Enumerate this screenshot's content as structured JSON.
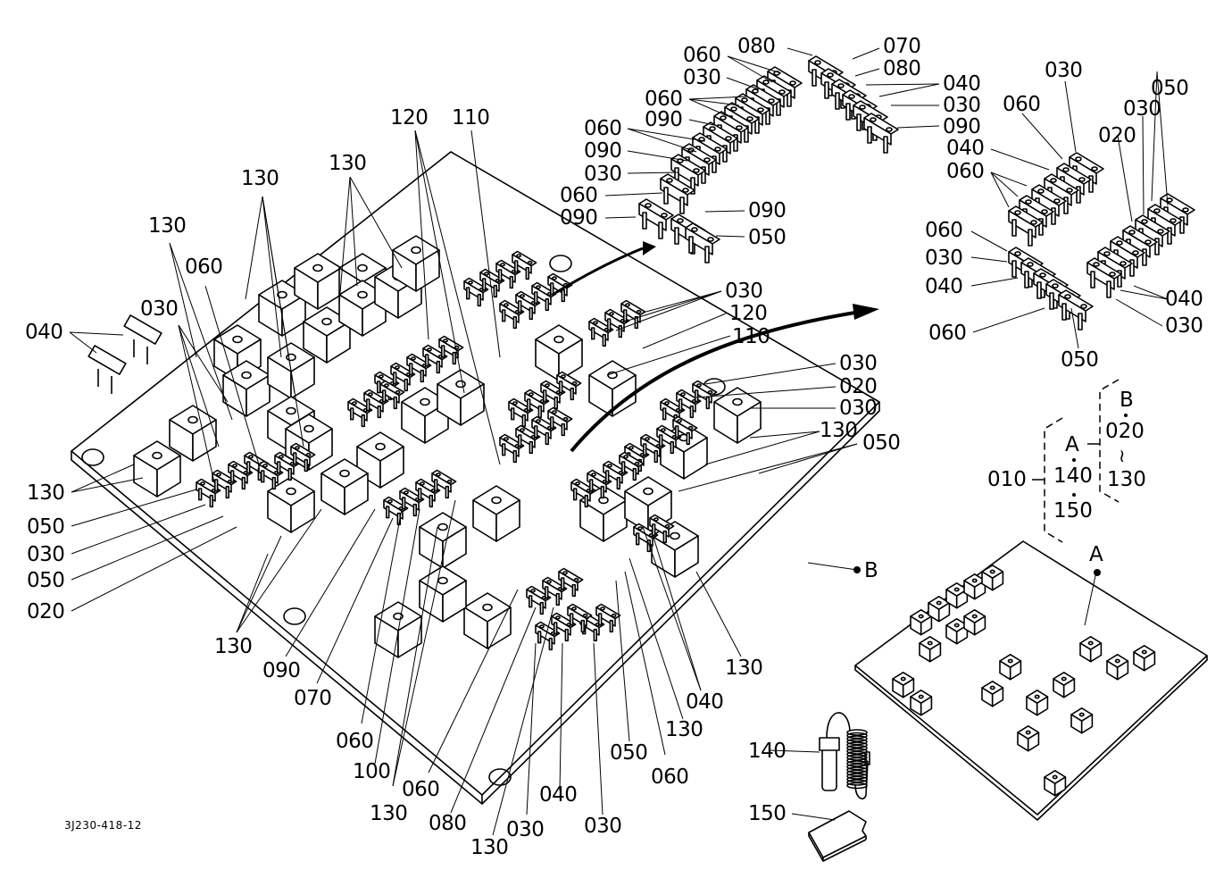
{
  "diagram": {
    "title": "Fuse / relay board assembly — exploded view",
    "drawing_number": "3J230-418-12",
    "callouts_upper_fuse_strip": [
      {
        "id": "lbl-080a",
        "text": "080"
      },
      {
        "id": "lbl-070",
        "text": "070"
      },
      {
        "id": "lbl-080b",
        "text": "080"
      },
      {
        "id": "lbl-060a",
        "text": "060"
      },
      {
        "id": "lbl-030a",
        "text": "030"
      },
      {
        "id": "lbl-040a",
        "text": "040"
      },
      {
        "id": "lbl-060b",
        "text": "060"
      },
      {
        "id": "lbl-030b",
        "text": "030"
      },
      {
        "id": "lbl-090a",
        "text": "090"
      },
      {
        "id": "lbl-090b",
        "text": "090"
      },
      {
        "id": "lbl-060c",
        "text": "060"
      },
      {
        "id": "lbl-090c",
        "text": "090"
      },
      {
        "id": "lbl-030c",
        "text": "030"
      },
      {
        "id": "lbl-060d",
        "text": "060"
      },
      {
        "id": "lbl-090d",
        "text": "090"
      },
      {
        "id": "lbl-090e",
        "text": "090"
      },
      {
        "id": "lbl-050a",
        "text": "050"
      }
    ],
    "callouts_right_fuse_strip": [
      {
        "id": "lbl-030d",
        "text": "030"
      },
      {
        "id": "lbl-050b",
        "text": "050"
      },
      {
        "id": "lbl-060e",
        "text": "060"
      },
      {
        "id": "lbl-030e",
        "text": "030"
      },
      {
        "id": "lbl-020a",
        "text": "020"
      },
      {
        "id": "lbl-040b",
        "text": "040"
      },
      {
        "id": "lbl-060f",
        "text": "060"
      },
      {
        "id": "lbl-060g",
        "text": "060"
      },
      {
        "id": "lbl-030f",
        "text": "030"
      },
      {
        "id": "lbl-040c",
        "text": "040"
      },
      {
        "id": "lbl-040d",
        "text": "040"
      },
      {
        "id": "lbl-060h",
        "text": "060"
      },
      {
        "id": "lbl-030g",
        "text": "030"
      },
      {
        "id": "lbl-050c",
        "text": "050"
      }
    ],
    "callouts_main_board": [
      {
        "id": "lbl-120a",
        "text": "120"
      },
      {
        "id": "lbl-110a",
        "text": "110"
      },
      {
        "id": "lbl-130a",
        "text": "130"
      },
      {
        "id": "lbl-130b",
        "text": "130"
      },
      {
        "id": "lbl-130c",
        "text": "130"
      },
      {
        "id": "lbl-060i",
        "text": "060"
      },
      {
        "id": "lbl-030h",
        "text": "030"
      },
      {
        "id": "lbl-040e",
        "text": "040"
      },
      {
        "id": "lbl-030i",
        "text": "030"
      },
      {
        "id": "lbl-120b",
        "text": "120"
      },
      {
        "id": "lbl-110b",
        "text": "110"
      },
      {
        "id": "lbl-030j",
        "text": "030"
      },
      {
        "id": "lbl-020b",
        "text": "020"
      },
      {
        "id": "lbl-030k",
        "text": "030"
      },
      {
        "id": "lbl-130d",
        "text": "130"
      },
      {
        "id": "lbl-050d",
        "text": "050"
      },
      {
        "id": "lbl-130e",
        "text": "130"
      },
      {
        "id": "lbl-050e",
        "text": "050"
      },
      {
        "id": "lbl-030l",
        "text": "030"
      },
      {
        "id": "lbl-050f",
        "text": "050"
      },
      {
        "id": "lbl-020c",
        "text": "020"
      },
      {
        "id": "lbl-130f",
        "text": "130"
      },
      {
        "id": "lbl-090f",
        "text": "090"
      },
      {
        "id": "lbl-070b",
        "text": "070"
      },
      {
        "id": "lbl-060j",
        "text": "060"
      },
      {
        "id": "lbl-100",
        "text": "100"
      },
      {
        "id": "lbl-130g",
        "text": "130"
      },
      {
        "id": "lbl-060k",
        "text": "060"
      },
      {
        "id": "lbl-080c",
        "text": "080"
      },
      {
        "id": "lbl-130h",
        "text": "130"
      },
      {
        "id": "lbl-030m",
        "text": "030"
      },
      {
        "id": "lbl-040f",
        "text": "040"
      },
      {
        "id": "lbl-030n",
        "text": "030"
      },
      {
        "id": "lbl-050g",
        "text": "050"
      },
      {
        "id": "lbl-060l",
        "text": "060"
      },
      {
        "id": "lbl-130i",
        "text": "130"
      },
      {
        "id": "lbl-040g",
        "text": "040"
      },
      {
        "id": "lbl-130j",
        "text": "130"
      }
    ],
    "reference_B": "B",
    "reference_A": "A",
    "accessories": [
      {
        "id": "lbl-140",
        "text": "140"
      },
      {
        "id": "lbl-150",
        "text": "150"
      }
    ],
    "legend": {
      "assembly": "010",
      "group_a_letter": "A",
      "group_a_items": [
        "140",
        "150"
      ],
      "group_b_letter": "B",
      "group_b_from": "020",
      "range_symbol": "≀",
      "group_b_to": "130"
    }
  }
}
